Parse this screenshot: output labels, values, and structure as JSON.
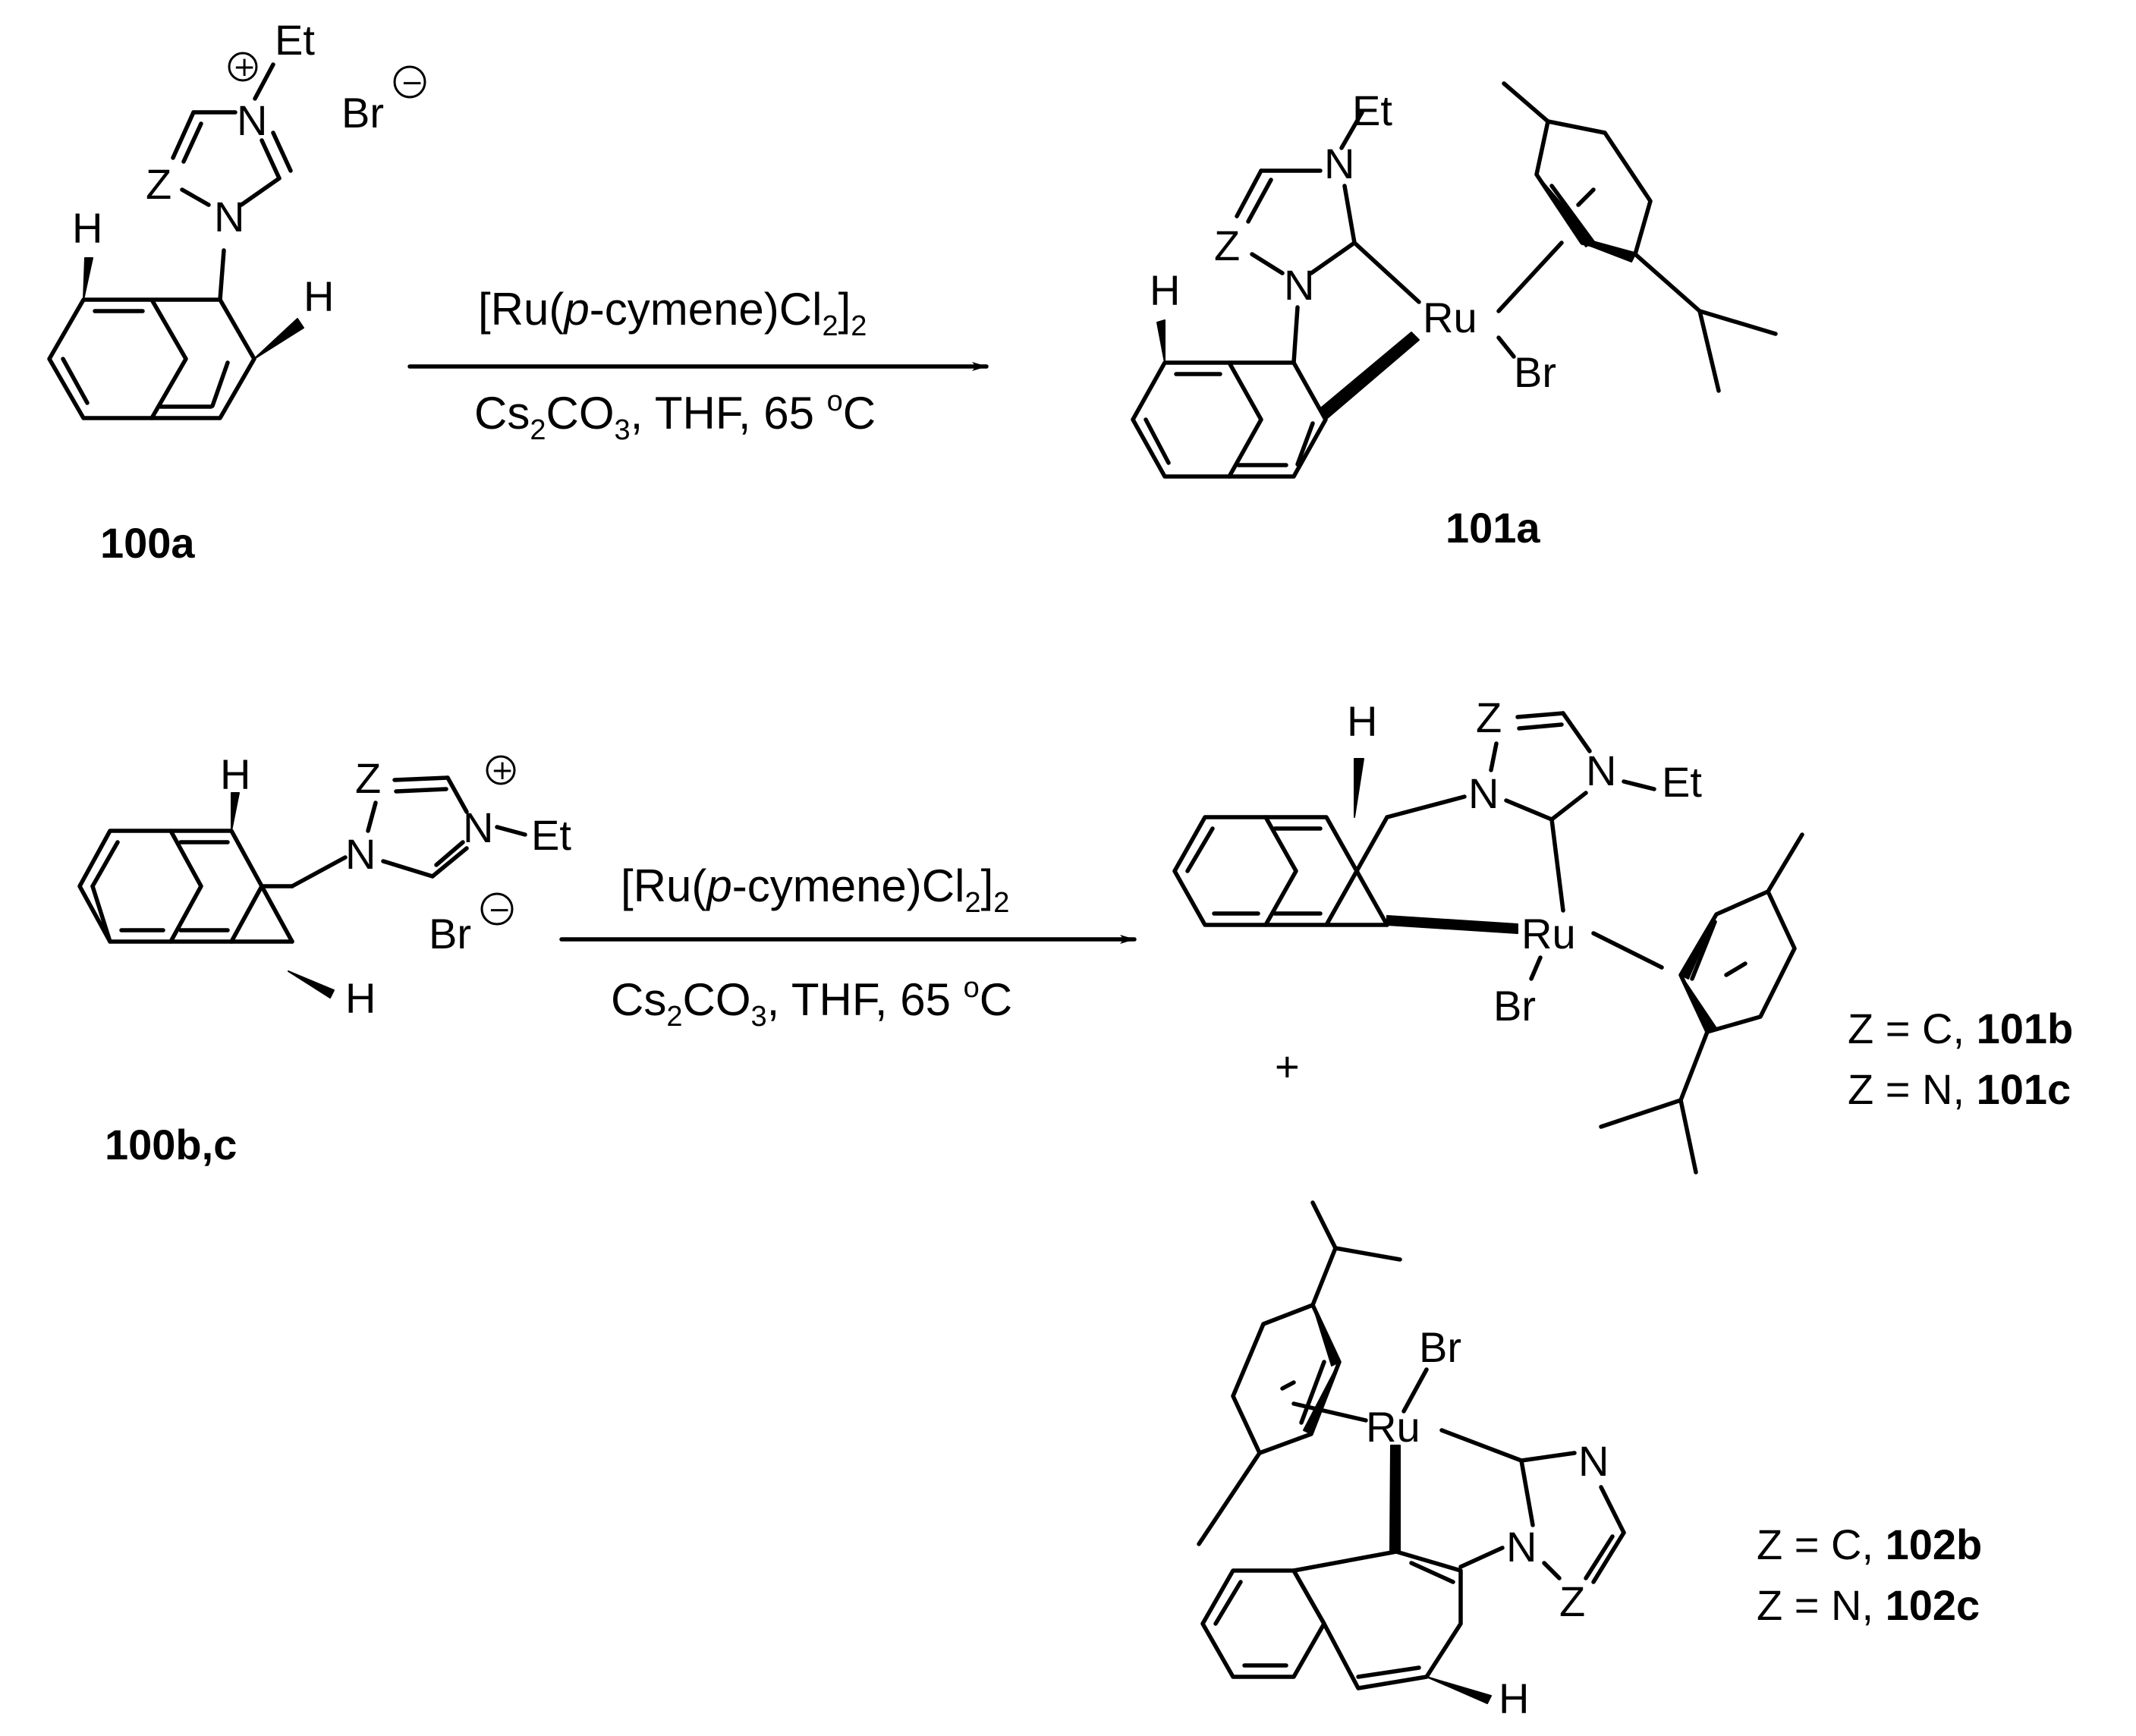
{
  "atoms": {
    "H": "H",
    "N": "N",
    "Z": "Z",
    "Et": "Et",
    "Br": "Br",
    "Ru": "Ru",
    "plus_charge": "+",
    "minus_charge": "−"
  },
  "reaction1": {
    "reagent_prefix": "[Ru(",
    "reagent_italic": "p",
    "reagent_mid": "-cymene)Cl",
    "reagent_sub1": "2",
    "reagent_close": "]",
    "reagent_sub2": "2",
    "cond_a": "Cs",
    "cond_sub1": "2",
    "cond_b": "CO",
    "cond_sub2": "3",
    "cond_c": ", THF, 65 ",
    "cond_deg": "o",
    "cond_d": "C",
    "reactant_label": "100a",
    "product_label": "101a"
  },
  "reaction2": {
    "reagent_prefix": "[Ru(",
    "reagent_italic": "p",
    "reagent_mid": "-cymene)Cl",
    "reagent_sub1": "2",
    "reagent_close": "]",
    "reagent_sub2": "2",
    "cond_a": "Cs",
    "cond_sub1": "2",
    "cond_b": "CO",
    "cond_sub2": "3",
    "cond_c": ", THF, 65 ",
    "cond_deg": "o",
    "cond_d": "C",
    "reactant_label": "100b,c",
    "plus_sign": "+"
  },
  "product_legends": {
    "p101": [
      {
        "prefix": "Z = C, ",
        "compound": "101b"
      },
      {
        "prefix": "Z = N, ",
        "compound": "101c"
      }
    ],
    "p102": [
      {
        "prefix": "Z = C, ",
        "compound": "102b"
      },
      {
        "prefix": "Z = N, ",
        "compound": "102c"
      }
    ]
  }
}
